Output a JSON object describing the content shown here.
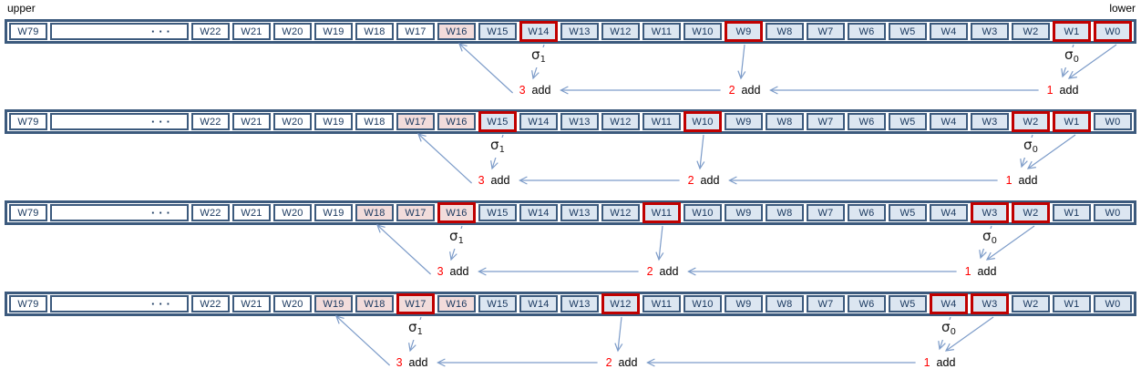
{
  "labels": {
    "upper": "upper",
    "lower": "lower"
  },
  "colors": {
    "frame": "#3c5a7d",
    "cell_blue": "#dce6f1",
    "cell_pink": "#f2dcdb",
    "red_border": "#c00000",
    "arrow": "#7d9cc9",
    "add_number_red": "#ff0000",
    "cell_text": "#17365d"
  },
  "rows": [
    {
      "cells": [
        {
          "label": "W79",
          "fill": "white"
        },
        {
          "label": "···",
          "fill": "white",
          "wide": true
        },
        {
          "label": "W22",
          "fill": "white"
        },
        {
          "label": "W21",
          "fill": "white"
        },
        {
          "label": "W20",
          "fill": "white"
        },
        {
          "label": "W19",
          "fill": "white"
        },
        {
          "label": "W18",
          "fill": "white"
        },
        {
          "label": "W17",
          "fill": "white"
        },
        {
          "label": "W16",
          "fill": "pink"
        },
        {
          "label": "W15",
          "fill": "blue"
        },
        {
          "label": "W14",
          "fill": "blue",
          "red": true
        },
        {
          "label": "W13",
          "fill": "blue"
        },
        {
          "label": "W12",
          "fill": "blue"
        },
        {
          "label": "W11",
          "fill": "blue"
        },
        {
          "label": "W10",
          "fill": "blue"
        },
        {
          "label": "W9",
          "fill": "blue",
          "red": true
        },
        {
          "label": "W8",
          "fill": "blue"
        },
        {
          "label": "W7",
          "fill": "blue"
        },
        {
          "label": "W6",
          "fill": "blue"
        },
        {
          "label": "W5",
          "fill": "blue"
        },
        {
          "label": "W4",
          "fill": "blue"
        },
        {
          "label": "W3",
          "fill": "blue"
        },
        {
          "label": "W2",
          "fill": "blue"
        },
        {
          "label": "W1",
          "fill": "blue",
          "red": true
        },
        {
          "label": "W0",
          "fill": "blue",
          "red": true
        }
      ],
      "sigma1": {
        "symbol": "σ",
        "sub": "1",
        "cell": "W14"
      },
      "sigma0": {
        "symbol": "σ",
        "sub": "0",
        "cell": "W1"
      },
      "dest_cell": "W16",
      "mid_cell": "W9",
      "tail_cell": "W0",
      "adds": [
        {
          "num": "3",
          "word": "add"
        },
        {
          "num": "2",
          "word": "add"
        },
        {
          "num": "1",
          "word": "add"
        }
      ]
    },
    {
      "cells": [
        {
          "label": "W79",
          "fill": "white"
        },
        {
          "label": "···",
          "fill": "white",
          "wide": true
        },
        {
          "label": "W22",
          "fill": "white"
        },
        {
          "label": "W21",
          "fill": "white"
        },
        {
          "label": "W20",
          "fill": "white"
        },
        {
          "label": "W19",
          "fill": "white"
        },
        {
          "label": "W18",
          "fill": "white"
        },
        {
          "label": "W17",
          "fill": "pink"
        },
        {
          "label": "W16",
          "fill": "pink"
        },
        {
          "label": "W15",
          "fill": "blue",
          "red": true
        },
        {
          "label": "W14",
          "fill": "blue"
        },
        {
          "label": "W13",
          "fill": "blue"
        },
        {
          "label": "W12",
          "fill": "blue"
        },
        {
          "label": "W11",
          "fill": "blue"
        },
        {
          "label": "W10",
          "fill": "blue",
          "red": true
        },
        {
          "label": "W9",
          "fill": "blue"
        },
        {
          "label": "W8",
          "fill": "blue"
        },
        {
          "label": "W7",
          "fill": "blue"
        },
        {
          "label": "W6",
          "fill": "blue"
        },
        {
          "label": "W5",
          "fill": "blue"
        },
        {
          "label": "W4",
          "fill": "blue"
        },
        {
          "label": "W3",
          "fill": "blue"
        },
        {
          "label": "W2",
          "fill": "blue",
          "red": true
        },
        {
          "label": "W1",
          "fill": "blue",
          "red": true
        },
        {
          "label": "W0",
          "fill": "blue"
        }
      ],
      "sigma1": {
        "symbol": "σ",
        "sub": "1",
        "cell": "W15"
      },
      "sigma0": {
        "symbol": "σ",
        "sub": "0",
        "cell": "W2"
      },
      "dest_cell": "W17",
      "mid_cell": "W10",
      "tail_cell": "W1",
      "adds": [
        {
          "num": "3",
          "word": "add"
        },
        {
          "num": "2",
          "word": "add"
        },
        {
          "num": "1",
          "word": "add"
        }
      ]
    },
    {
      "cells": [
        {
          "label": "W79",
          "fill": "white"
        },
        {
          "label": "···",
          "fill": "white",
          "wide": true
        },
        {
          "label": "W22",
          "fill": "white"
        },
        {
          "label": "W21",
          "fill": "white"
        },
        {
          "label": "W20",
          "fill": "white"
        },
        {
          "label": "W19",
          "fill": "white"
        },
        {
          "label": "W18",
          "fill": "pink"
        },
        {
          "label": "W17",
          "fill": "pink"
        },
        {
          "label": "W16",
          "fill": "pink",
          "red": true
        },
        {
          "label": "W15",
          "fill": "blue"
        },
        {
          "label": "W14",
          "fill": "blue"
        },
        {
          "label": "W13",
          "fill": "blue"
        },
        {
          "label": "W12",
          "fill": "blue"
        },
        {
          "label": "W11",
          "fill": "blue",
          "red": true
        },
        {
          "label": "W10",
          "fill": "blue"
        },
        {
          "label": "W9",
          "fill": "blue"
        },
        {
          "label": "W8",
          "fill": "blue"
        },
        {
          "label": "W7",
          "fill": "blue"
        },
        {
          "label": "W6",
          "fill": "blue"
        },
        {
          "label": "W5",
          "fill": "blue"
        },
        {
          "label": "W4",
          "fill": "blue"
        },
        {
          "label": "W3",
          "fill": "blue",
          "red": true
        },
        {
          "label": "W2",
          "fill": "blue",
          "red": true
        },
        {
          "label": "W1",
          "fill": "blue"
        },
        {
          "label": "W0",
          "fill": "blue"
        }
      ],
      "sigma1": {
        "symbol": "σ",
        "sub": "1",
        "cell": "W16"
      },
      "sigma0": {
        "symbol": "σ",
        "sub": "0",
        "cell": "W3"
      },
      "dest_cell": "W18",
      "mid_cell": "W11",
      "tail_cell": "W2",
      "adds": [
        {
          "num": "3",
          "word": "add"
        },
        {
          "num": "2",
          "word": "add"
        },
        {
          "num": "1",
          "word": "add"
        }
      ]
    },
    {
      "cells": [
        {
          "label": "W79",
          "fill": "white"
        },
        {
          "label": "···",
          "fill": "white",
          "wide": true
        },
        {
          "label": "W22",
          "fill": "white"
        },
        {
          "label": "W21",
          "fill": "white"
        },
        {
          "label": "W20",
          "fill": "white"
        },
        {
          "label": "W19",
          "fill": "pink"
        },
        {
          "label": "W18",
          "fill": "pink"
        },
        {
          "label": "W17",
          "fill": "pink",
          "red": true
        },
        {
          "label": "W16",
          "fill": "pink"
        },
        {
          "label": "W15",
          "fill": "blue"
        },
        {
          "label": "W14",
          "fill": "blue"
        },
        {
          "label": "W13",
          "fill": "blue"
        },
        {
          "label": "W12",
          "fill": "blue",
          "red": true
        },
        {
          "label": "W11",
          "fill": "blue"
        },
        {
          "label": "W10",
          "fill": "blue"
        },
        {
          "label": "W9",
          "fill": "blue"
        },
        {
          "label": "W8",
          "fill": "blue"
        },
        {
          "label": "W7",
          "fill": "blue"
        },
        {
          "label": "W6",
          "fill": "blue"
        },
        {
          "label": "W5",
          "fill": "blue"
        },
        {
          "label": "W4",
          "fill": "blue",
          "red": true
        },
        {
          "label": "W3",
          "fill": "blue",
          "red": true
        },
        {
          "label": "W2",
          "fill": "blue"
        },
        {
          "label": "W1",
          "fill": "blue"
        },
        {
          "label": "W0",
          "fill": "blue"
        }
      ],
      "sigma1": {
        "symbol": "σ",
        "sub": "1",
        "cell": "W17"
      },
      "sigma0": {
        "symbol": "σ",
        "sub": "0",
        "cell": "W4"
      },
      "dest_cell": "W19",
      "mid_cell": "W12",
      "tail_cell": "W3",
      "adds": [
        {
          "num": "3",
          "word": "add"
        },
        {
          "num": "2",
          "word": "add"
        },
        {
          "num": "1",
          "word": "add"
        }
      ]
    }
  ]
}
